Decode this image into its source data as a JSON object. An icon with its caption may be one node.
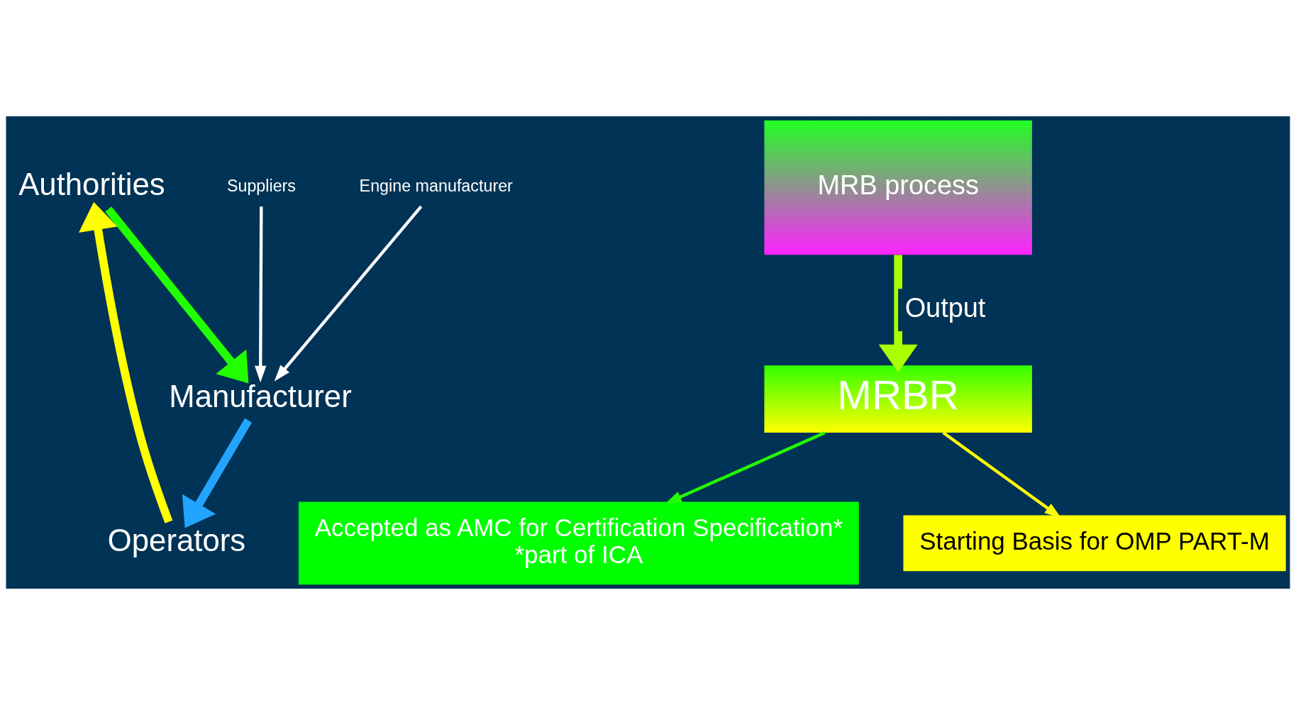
{
  "diagram": {
    "nodes": [
      {
        "text": [
          "Authorities"
        ]
      },
      {
        "text": [
          "Manufacturer"
        ]
      },
      {
        "text": [
          "Suppliers"
        ]
      },
      {
        "text": [
          "Engine manufacturer"
        ]
      },
      {
        "text": [
          "MRB process"
        ]
      },
      {
        "text": [
          "Operators"
        ]
      },
      {
        "text": [
          "MRBR"
        ]
      },
      {
        "text": [
          "Accepted as AMC for Certification Specification*",
          "*part of ICA"
        ]
      },
      {
        "text": [
          "Starting Basis for OMP PART-M"
        ]
      }
    ],
    "edges": [
      {
        "from": 0,
        "to": 1,
        "arrow": "to",
        "style": "thick",
        "color": "#22ff00"
      },
      {
        "from": 1,
        "to": 5,
        "arrow": "to",
        "style": "thick",
        "color": "#22a4ff"
      },
      {
        "from": 5,
        "to": 0,
        "arrow": "to",
        "style": "thick",
        "color": "#ffff00"
      },
      {
        "from": 2,
        "to": 1,
        "arrow": "to",
        "color": "#ffffff"
      },
      {
        "from": 3,
        "to": 1,
        "arrow": "to",
        "color": "#ffffff"
      },
      {
        "from": 4,
        "to": 6,
        "arrow": "to",
        "label": "Output",
        "style": "thick",
        "color": "#aaff00"
      },
      {
        "from": 6,
        "to": 7,
        "arrow": "to",
        "color": "#22ff00"
      },
      {
        "from": 6,
        "to": 8,
        "arrow": "to",
        "color": "#ffff00"
      }
    ]
  }
}
